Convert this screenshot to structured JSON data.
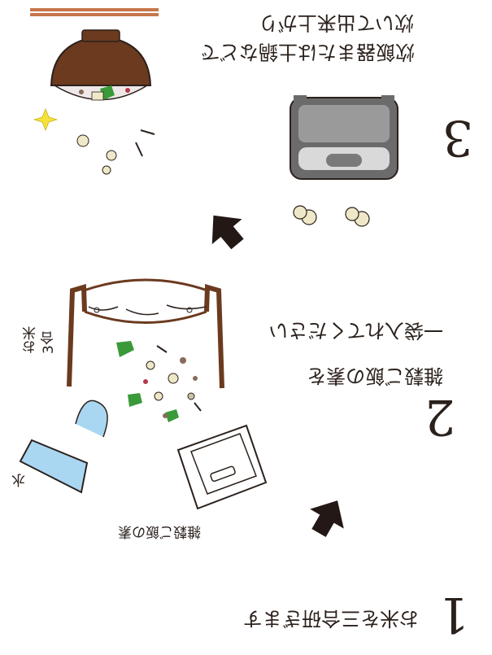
{
  "steps": [
    {
      "number": "1",
      "lines": [
        "お米を三合研ぎます"
      ]
    },
    {
      "number": "2",
      "lines": [
        "雑穀ご飯の素を",
        "一袋入れてください"
      ]
    },
    {
      "number": "3",
      "lines": [
        "炊飯器または土鍋などで",
        "炊いて出来上がり"
      ]
    }
  ],
  "labels": {
    "packet": "雑穀ご飯の素",
    "water": "水",
    "rice": "お米",
    "rice_amount": "3合"
  },
  "colors": {
    "bowl": "#6b3a1f",
    "cooker": "#555555",
    "water": "#a9d7f2",
    "arrow": "#231815",
    "green": "#3a9a3a",
    "sparkle": "#f4e23b"
  },
  "icons": [
    "chopsticks-icon",
    "rice-bowl-icon",
    "rice-cooker-icon",
    "measuring-cup-icon",
    "grain-packet-icon",
    "rice-pot-icon",
    "down-arrow-icon",
    "sparkle-icon",
    "steam-icon"
  ]
}
